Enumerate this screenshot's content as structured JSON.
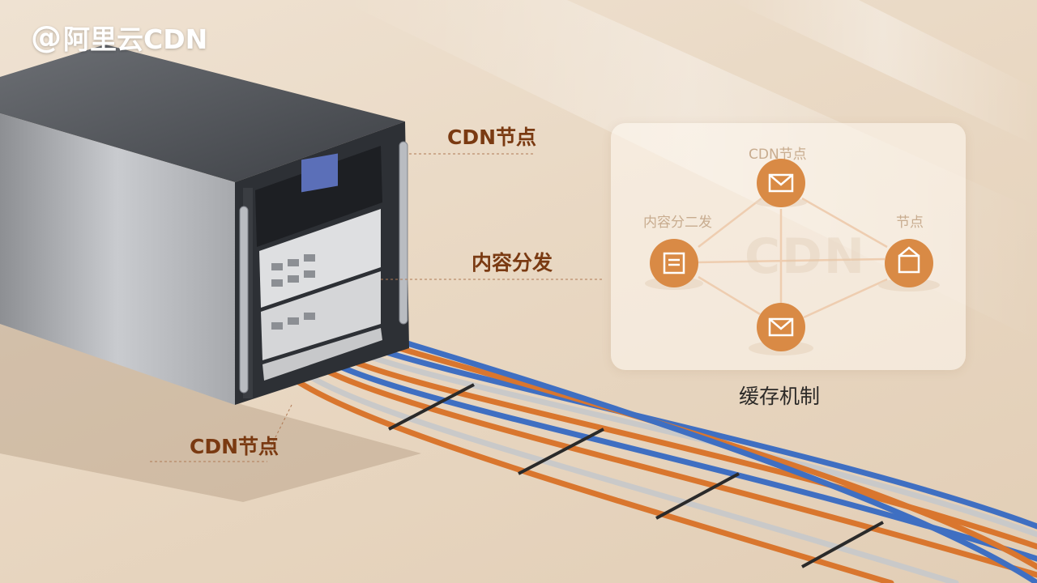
{
  "brand": {
    "logo_text": "阿里云CDN",
    "logo_icon": "cloud-at-icon"
  },
  "callouts": {
    "top": "CDN节点",
    "middle": "内容分发",
    "bottom": "CDN节点"
  },
  "diagram": {
    "watermark": "CDN",
    "node_top_label": "CDN节点",
    "node_left_label": "内容分二发",
    "node_right_label": "节点",
    "caption": "缓存机制",
    "nodes": [
      {
        "id": "top",
        "icon": "envelope-icon"
      },
      {
        "id": "left",
        "icon": "document-icon"
      },
      {
        "id": "right",
        "icon": "cabinet-icon"
      },
      {
        "id": "bottom",
        "icon": "envelope-icon"
      }
    ]
  },
  "colors": {
    "node_orange": "#d98a45",
    "arrow_orange": "#d99760",
    "callout_text": "#7a3a12",
    "cable_orange": "#d9762e",
    "cable_blue": "#3f6fc2",
    "cable_gray": "#bdbdbd"
  }
}
